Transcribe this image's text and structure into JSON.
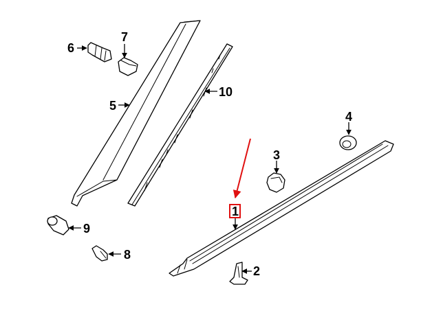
{
  "diagram": {
    "callouts": [
      {
        "id": "c1",
        "label": "1"
      },
      {
        "id": "c2",
        "label": "2"
      },
      {
        "id": "c3",
        "label": "3"
      },
      {
        "id": "c4",
        "label": "4"
      },
      {
        "id": "c5",
        "label": "5"
      },
      {
        "id": "c6",
        "label": "6"
      },
      {
        "id": "c7",
        "label": "7"
      },
      {
        "id": "c8",
        "label": "8"
      },
      {
        "id": "c9",
        "label": "9"
      },
      {
        "id": "c10",
        "label": "10"
      }
    ],
    "highlighted_callout": "1",
    "colors": {
      "line": "#000000",
      "highlight": "#e01010",
      "background": "#ffffff"
    }
  }
}
